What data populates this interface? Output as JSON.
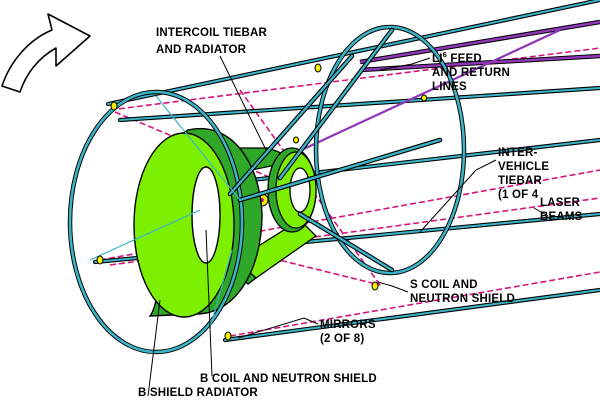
{
  "labels": {
    "intercoil_tiebar": {
      "line1": "INTERCOIL TIEBAR",
      "line2": "AND RADIATOR"
    },
    "li_feed": {
      "line1_main": "LI",
      "line1_sup": "6",
      "line1_rest": " FEED",
      "line2": "AND RETURN",
      "line3": "LINES"
    },
    "intervehicle_tiebar": {
      "line1": "INTER-",
      "line2": "VEHICLE",
      "line3": "TIEBAR",
      "line4": "(1 OF 4"
    },
    "laser_beams": {
      "line1": "LASER",
      "line2": "BEAMS"
    },
    "s_coil": {
      "line1": "S COIL AND",
      "line2": "NEUTRON SHIELD"
    },
    "mirrors": {
      "line1": "MIRRORS",
      "line2": "(2 OF 8)"
    },
    "b_coil": {
      "line1": "B COIL AND NEUTRON SHIELD"
    },
    "b_shield": {
      "line1": "B SHIELD RADIATOR"
    }
  },
  "colors": {
    "ring": "#3cb4c8",
    "shield": "#7cf000",
    "shield_dark": "#2fa82a",
    "beam": "#d8147c",
    "feed": "#8f37b8",
    "yellow": "#f3f000",
    "outline": "#000000"
  }
}
